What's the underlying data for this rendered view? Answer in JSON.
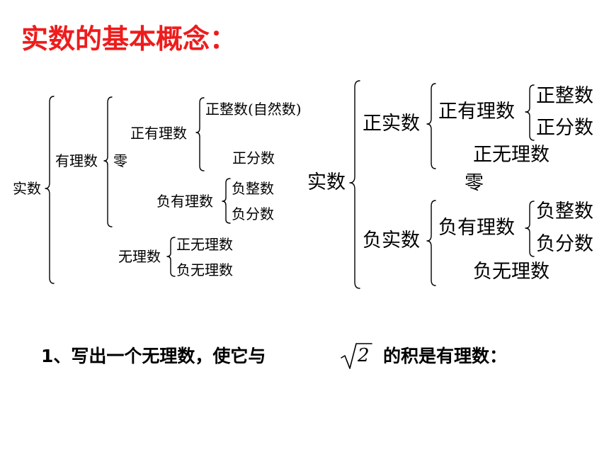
{
  "title": "实数的基本概念：",
  "tree_left": {
    "root": "实数",
    "rational": "有理数",
    "zero": "零",
    "pos_rational": "正有理数",
    "pos_integer": "正整数(自然数)",
    "pos_fraction": "正分数",
    "neg_rational": "负有理数",
    "neg_integer": "负整数",
    "neg_fraction": "负分数",
    "irrational": "无理数",
    "pos_irrational": "正无理数",
    "neg_irrational": "负无理数"
  },
  "tree_right": {
    "root": "实数",
    "pos_real": "正实数",
    "pos_rational": "正有理数",
    "pos_integer": "正整数",
    "pos_fraction": "正分数",
    "pos_irrational": "正无理数",
    "zero": "零",
    "neg_real": "负实数",
    "neg_rational": "负有理数",
    "neg_integer": "负整数",
    "neg_fraction": "负分数",
    "neg_irrational": "负无理数"
  },
  "question": {
    "text": "1、写出一个无理数，使它与",
    "radicand": "2",
    "suffix": "的积是有理数："
  }
}
